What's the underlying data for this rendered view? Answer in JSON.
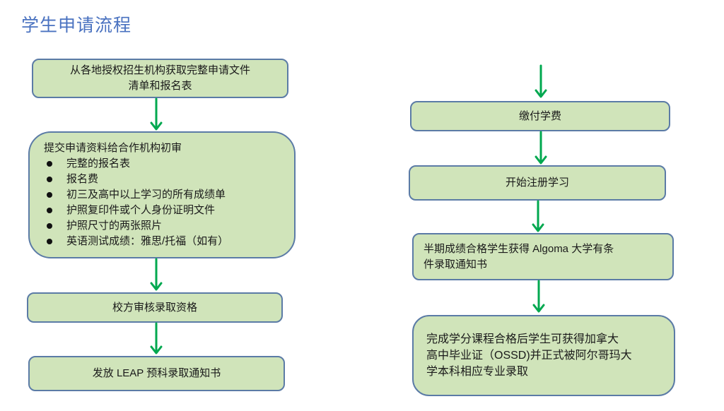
{
  "title": "学生申请流程",
  "left_flow": {
    "step1": {
      "line1": "从各地授权招生机构获取完整申请文件",
      "line2": "清单和报名表"
    },
    "step2": {
      "heading": "提交申请资料给合作机构初审",
      "items": [
        "完整的报名表",
        "报名费",
        "初三及高中以上学习的所有成绩单",
        "护照复印件或个人身份证明文件",
        "护照尺寸的两张照片",
        "英语测试成绩：雅思/托福（如有）"
      ]
    },
    "step3": "校方审核录取资格",
    "step4": "发放 LEAP 预科录取通知书"
  },
  "right_flow": {
    "step5": "缴付学费",
    "step6": "开始注册学习",
    "step7": {
      "line1": "半期成绩合格学生获得 Algoma 大学有条",
      "line2": "件录取通知书"
    },
    "step8": {
      "line1": "完成学分课程合格后学生可获得加拿大",
      "line2": "高中毕业证（OSSD)并正式被阿尔哥玛大",
      "line3": "学本科相应专业录取"
    }
  },
  "colors": {
    "box_fill": "#d0e4ba",
    "box_border": "#5b7ba6",
    "arrow": "#00a84f",
    "title": "#4a72c0"
  }
}
